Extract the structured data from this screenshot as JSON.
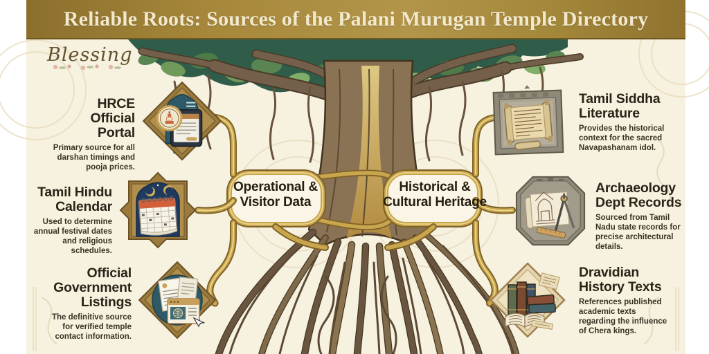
{
  "title": "Reliable Roots: Sources of the Palani Murugan Temple Directory",
  "watermark": "Blessing",
  "center_labels": {
    "left": "Operational & Visitor Data",
    "right": "Historical & Cultural Heritage"
  },
  "sources": {
    "left": [
      {
        "heading": "HRCE Official Portal",
        "description": "Primary source for all darshan timings and pooja prices.",
        "icon": "temple-portal-tablet-icon"
      },
      {
        "heading": "Tamil Hindu Calendar",
        "description": "Used to determine annual festival dates and religious schedules.",
        "icon": "hindu-calendar-icon"
      },
      {
        "heading": "Official Government Listings",
        "description": "The definitive source for verified temple contact information.",
        "icon": "government-documents-icon"
      }
    ],
    "right": [
      {
        "heading": "Tamil Siddha Literature",
        "description": "Provides the historical context for the sacred Navapashanam idol.",
        "icon": "palm-leaf-scroll-icon"
      },
      {
        "heading": "Archaeology Dept Records",
        "description": "Sourced from Tamil Nadu state records for precise architectural details.",
        "icon": "blueprint-compass-icon"
      },
      {
        "heading": "Dravidian History Texts",
        "description": "References published academic texts regarding the influence of Chera kings.",
        "icon": "history-books-icon"
      }
    ]
  },
  "colors": {
    "banner_gold": "#a3873a",
    "background_cream": "#f7f1e0",
    "accent_gold": "#c9a64d",
    "frame_teal": "#2e5a68",
    "text_dark": "#2b2418"
  }
}
